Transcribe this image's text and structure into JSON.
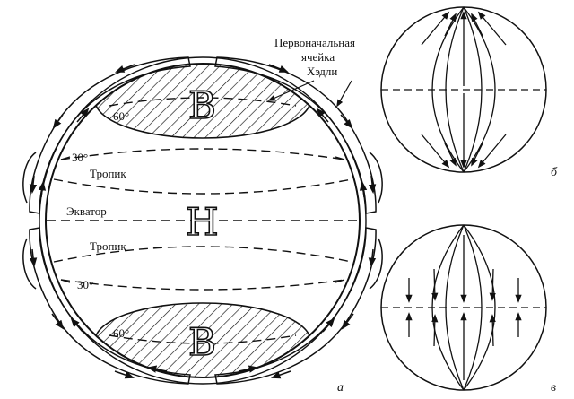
{
  "labels": {
    "hadley_line1": "Первоначальная",
    "hadley_line2": "ячейка",
    "hadley_line3": "Хэдли",
    "tropic_north": "Тропик",
    "equator": "Экватор",
    "tropic_south": "Тропик",
    "lat30_north": "30°",
    "lat30_south": "30°",
    "lat60_north": "60°",
    "lat60_south": "60°",
    "high_north": "В",
    "low_equator": "Н",
    "high_south": "В",
    "panel_a": "а",
    "panel_b": "б",
    "panel_v": "в"
  },
  "colors": {
    "ink": "#111111",
    "paper": "#ffffff"
  }
}
